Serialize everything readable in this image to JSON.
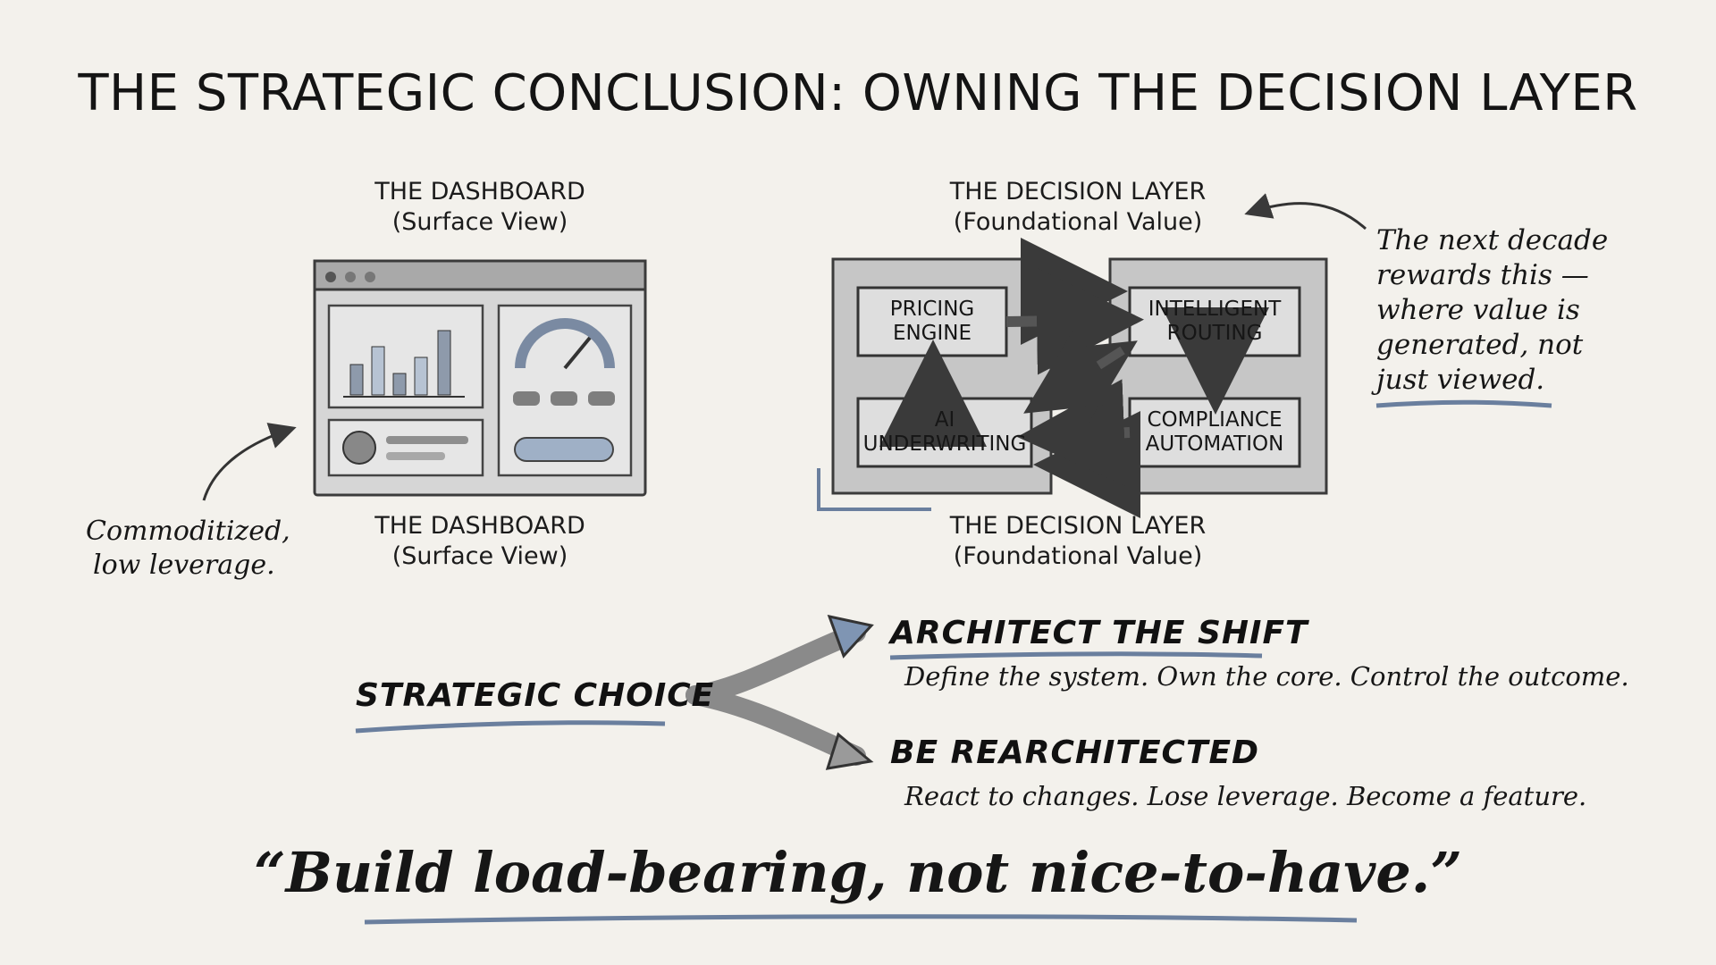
{
  "title": "THE STRATEGIC CONCLUSION: OWNING THE DECISION LAYER",
  "dashboard": {
    "top_label": "THE DASHBOARD",
    "top_sublabel": "(Surface View)",
    "bottom_label": "THE DASHBOARD",
    "bottom_sublabel": "(Surface View)",
    "note_line1": "Commoditized,",
    "note_line2": "low leverage."
  },
  "decision_layer": {
    "top_label": "THE DECISION LAYER",
    "top_sublabel": "(Foundational Value)",
    "bottom_label": "THE DECISION LAYER",
    "bottom_sublabel": "(Foundational Value)",
    "boxes": {
      "pricing": "PRICING\nENGINE",
      "routing": "INTELLIGENT\nROUTING",
      "underwriting": "AI\nUNDERWRITING",
      "compliance": "COMPLIANCE\nAUTOMATION"
    },
    "note_lines": [
      "The next decade",
      "rewards this —",
      "where value is",
      "generated, not",
      "just viewed."
    ]
  },
  "choice": {
    "label": "STRATEGIC CHOICE",
    "option_a_title": "ARCHITECT THE SHIFT",
    "option_a_desc": "Define the system. Own the core. Control the outcome.",
    "option_b_title": "BE REARCHITECTED",
    "option_b_desc": "React to changes. Lose leverage. Become a feature."
  },
  "quote": "“Build load-bearing, not nice-to-have.”",
  "colors": {
    "background": "#f3f1ec",
    "ink": "#161616",
    "panel_gray": "#c6c6c6",
    "accent_blue": "#6a7f9e"
  }
}
